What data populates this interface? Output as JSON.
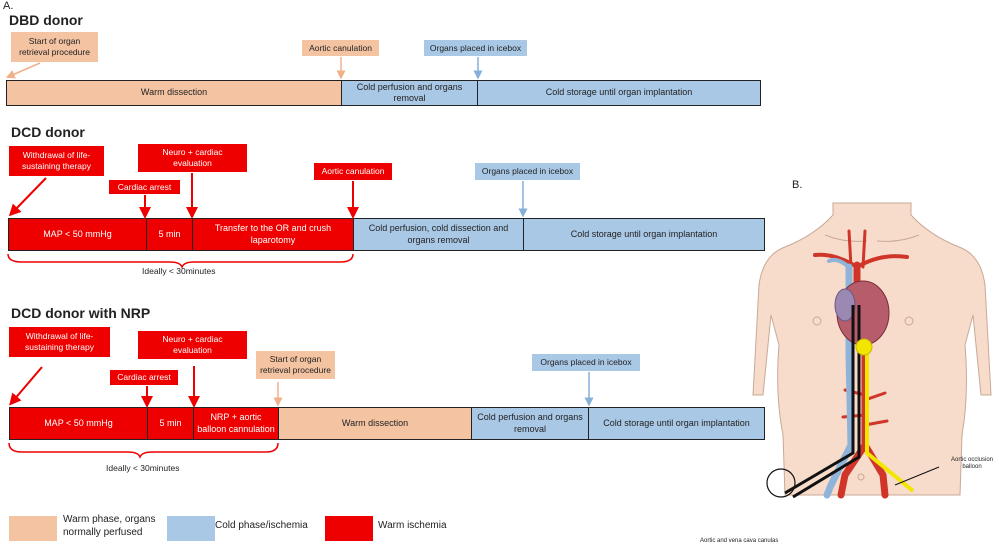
{
  "panel_a_letter": "A.",
  "panel_b_letter": "B.",
  "colors": {
    "warm_perfused": "#f4c3a2",
    "cold": "#a9c8e6",
    "warm_ischemia": "#ee0000"
  },
  "dbd": {
    "title": "DBD donor",
    "start_label": "Start of organ retrieval procedure",
    "aortic_label": "Aortic canulation",
    "icebox_label": "Organs placed in icebox",
    "bar1": "Warm dissection",
    "bar2": "Cold perfusion and organs removal",
    "bar3": "Cold storage until organ implantation"
  },
  "dcd": {
    "title": "DCD donor",
    "withdrawal_label": "Withdrawal of life-sustaining therapy",
    "neuro_label": "Neuro + cardiac evaluation",
    "arrest_label": "Cardiac arrest",
    "aortic_label": "Aortic canulation",
    "icebox_label": "Organs placed in icebox",
    "bar1": "MAP < 50 mmHg",
    "bar2": "5 min",
    "bar3": "Transfer to the OR and crush laparotomy",
    "bar4": "Cold perfusion, cold dissection and organs removal",
    "bar5": "Cold storage until organ implantation",
    "ideal": "Ideally < 30minutes"
  },
  "nrp": {
    "title": "DCD donor with NRP",
    "withdrawal_label": "Withdrawal of life-sustaining therapy",
    "neuro_label": "Neuro + cardiac evaluation",
    "arrest_label": "Cardiac arrest",
    "start_label": "Start of organ retrieval procedure",
    "icebox_label": "Organs placed in icebox",
    "bar1": "MAP < 50 mmHg",
    "bar2": "5 min",
    "bar3": "NRP + aortic balloon cannulation",
    "bar4": "Warm dissection",
    "bar5": "Cold perfusion and organs removal",
    "bar6": "Cold storage until organ implantation",
    "ideal": "Ideally < 30minutes"
  },
  "legend": {
    "warm": "Warm phase, organs normally perfused",
    "cold": "Cold phase/ischemia",
    "isch": "Warm ischemia"
  },
  "figure_b": {
    "balloon_label": "Aortic occlusion balloon",
    "canulas_label": "Aortic and vena cava canulas"
  }
}
